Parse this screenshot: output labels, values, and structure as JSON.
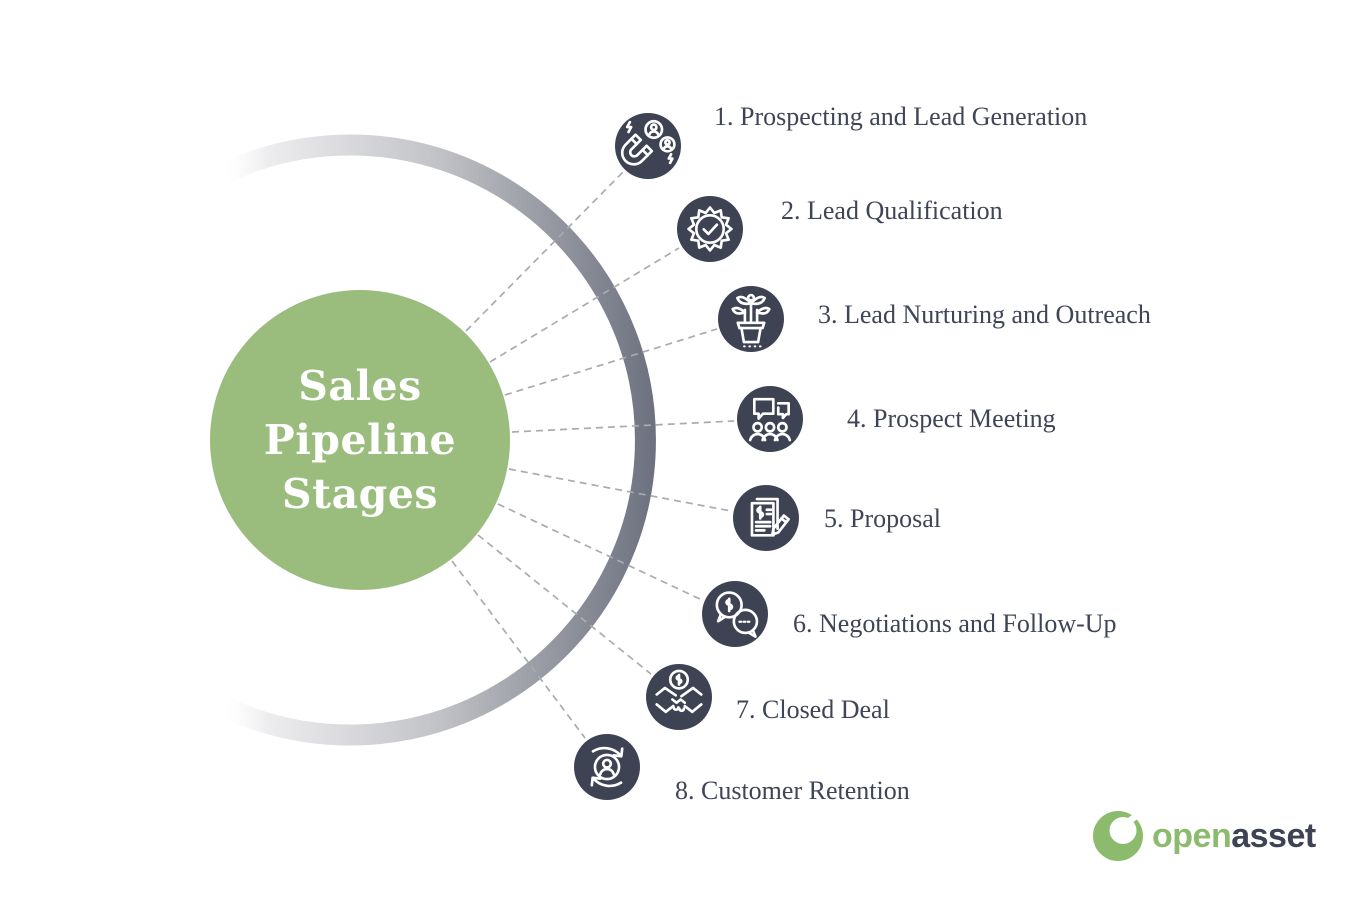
{
  "hub": {
    "title": "Sales Pipeline Stages",
    "lines": [
      "Sales",
      "Pipeline",
      "Stages"
    ]
  },
  "stages": [
    {
      "label": "1. Prospecting and Lead Generation",
      "icon": "magnet-lead-generation-icon"
    },
    {
      "label": "2. Lead Qualification",
      "icon": "badge-check-icon"
    },
    {
      "label": "3. Lead Nurturing and Outreach",
      "icon": "potted-plant-icon"
    },
    {
      "label": "4. Prospect Meeting",
      "icon": "group-meeting-icon"
    },
    {
      "label": "5. Proposal",
      "icon": "document-pencil-icon"
    },
    {
      "label": "6. Negotiations and Follow-Up",
      "icon": "money-chat-icon"
    },
    {
      "label": "7. Closed Deal",
      "icon": "handshake-deal-icon"
    },
    {
      "label": "8. Customer Retention",
      "icon": "customer-cycle-icon"
    }
  ],
  "logo": {
    "open": "open",
    "asset": "asset"
  },
  "colors": {
    "hub_green": "#9abc7d",
    "stage_circle_dark": "#3e4354",
    "label_text": "#3f4456",
    "ring_gradient_start": "#ffffff",
    "ring_gradient_end": "#6e7280",
    "dashed_line": "#a9abb0",
    "logo_green": "#8cbb6e",
    "logo_dark": "#3e4354"
  }
}
